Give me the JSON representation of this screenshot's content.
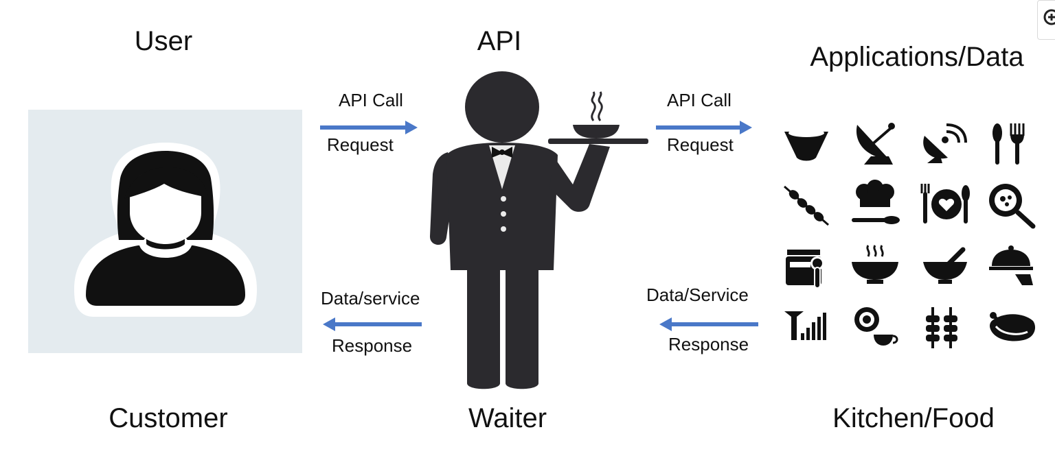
{
  "columns": {
    "user": {
      "title": "User",
      "caption": "Customer"
    },
    "api": {
      "title": "API",
      "caption": "Waiter"
    },
    "apps": {
      "title": "Applications/Data",
      "caption": "Kitchen/Food"
    }
  },
  "arrows": {
    "left_request": {
      "top": "API Call",
      "bottom": "Request",
      "direction": "right"
    },
    "left_response": {
      "top": "Data/service",
      "bottom": "Response",
      "direction": "left"
    },
    "right_request": {
      "top": "API Call",
      "bottom": "Request",
      "direction": "right"
    },
    "right_response": {
      "top": "Data/Service",
      "bottom": "Response",
      "direction": "left"
    }
  },
  "colors": {
    "arrow": "#4a78c8",
    "silhouette": "#2b2a2e",
    "icon": "#111111",
    "user_panel": "#e4ebef"
  },
  "icons": [
    "bowl-icon",
    "satellite-dish-icon",
    "satellite-dish-signal-icon",
    "spoon-fork-icon",
    "kebab-skewer-icon",
    "chef-hat-spoon-icon",
    "plate-heart-icon",
    "frying-pan-icon",
    "jar-spoon-icon",
    "hot-soup-bowl-icon",
    "mortar-pestle-icon",
    "serving-cloche-icon",
    "antenna-signal-icon",
    "egg-cup-icon",
    "skewers-icon",
    "roast-chicken-icon"
  ]
}
